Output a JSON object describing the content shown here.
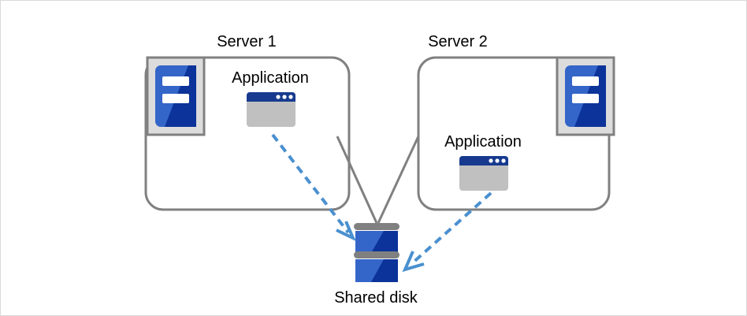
{
  "diagram": {
    "title_server1": "Server 1",
    "title_server2": "Server 2",
    "app1_label": "Application",
    "app2_label": "Application",
    "disk_label": "Shared disk"
  },
  "icons": {
    "server1_icon": "server-icon",
    "server2_icon": "server-icon",
    "app1_icon": "application-window-icon",
    "app2_icon": "application-window-icon",
    "disk_icon": "shared-disk-icon",
    "arrow1": "dashed-arrow-icon",
    "arrow2": "dashed-arrow-icon"
  },
  "colors": {
    "box_border": "#808080",
    "connector": "#808080",
    "arrow_blue": "#4a90d0",
    "blue_light": "#3465c8",
    "blue_dark": "#0b3399",
    "titlebar_navy": "#173a8f",
    "window_body_gray": "#c0c0c0",
    "icon_frame_gray": "#dcdcdc",
    "icon_frame_border": "#808080",
    "disk_bar_gray": "#808080",
    "text": "#000000",
    "page_border": "#d9d9d9",
    "background": "#ffffff"
  }
}
